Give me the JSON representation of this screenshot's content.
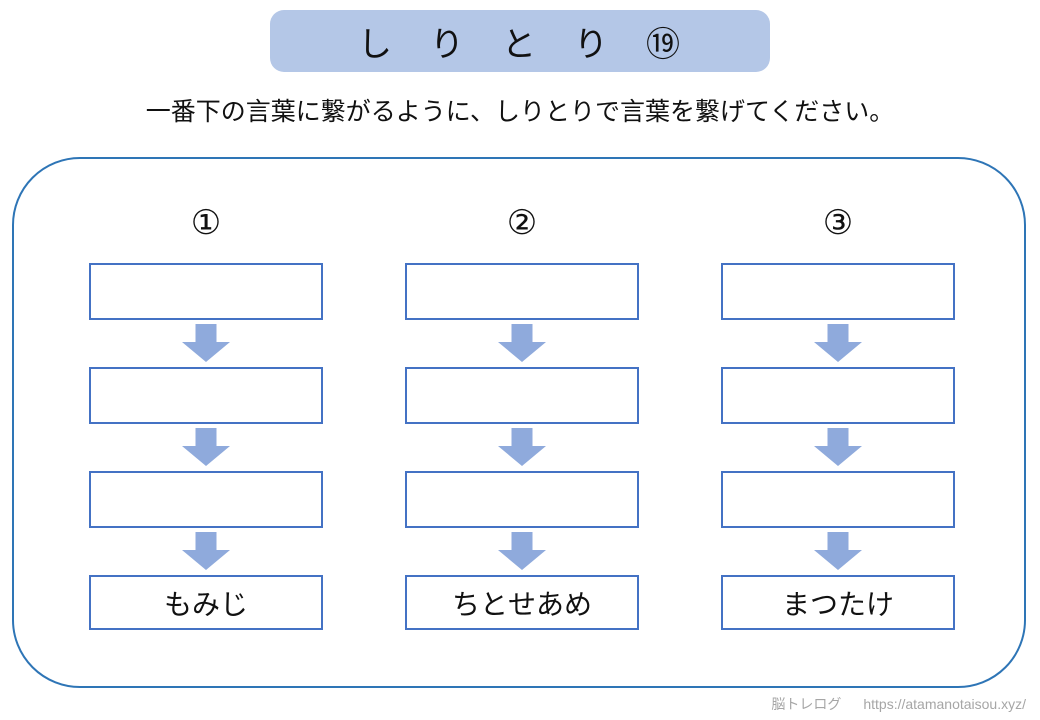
{
  "title": {
    "text": "し　り　と　り　⑲"
  },
  "instruction": "一番下の言葉に繋がるように、しりとりで言葉を繋げてください。",
  "columns": [
    {
      "number": "①",
      "answer": "もみじ"
    },
    {
      "number": "②",
      "answer": "ちとせあめ"
    },
    {
      "number": "③",
      "answer": "まつたけ"
    }
  ],
  "footer": {
    "site_name": "脳トレログ",
    "url": "https://atamanotaisou.xyz/"
  },
  "colors": {
    "title_bg": "#b4c7e7",
    "box_border": "#4472c4",
    "arrow_fill": "#8faadc",
    "container_border": "#2e75b6",
    "footer_text": "#a6a6a6",
    "ink": "#111111",
    "page_bg": "#ffffff"
  }
}
